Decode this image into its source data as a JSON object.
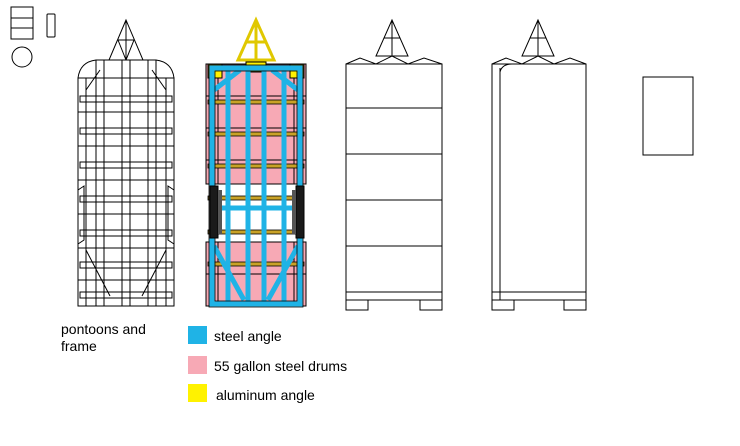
{
  "captions": {
    "frame_caption": "pontoons and frame"
  },
  "legend": [
    {
      "label": "steel angle",
      "color": "#1fb3e6"
    },
    {
      "label": "55 gallon steel drums",
      "color": "#f7a9b5"
    },
    {
      "label": "aluminum angle",
      "color": "#fff200"
    }
  ],
  "colors": {
    "line": "#000000",
    "background": "#ffffff",
    "steel_angle": "#1fb3e6",
    "drums": "#f7a9b5",
    "aluminum": "#fff200"
  },
  "icons": [
    "barrel-top-view-icon",
    "barrel-side-view-icon",
    "barrel-end-view-icon"
  ]
}
